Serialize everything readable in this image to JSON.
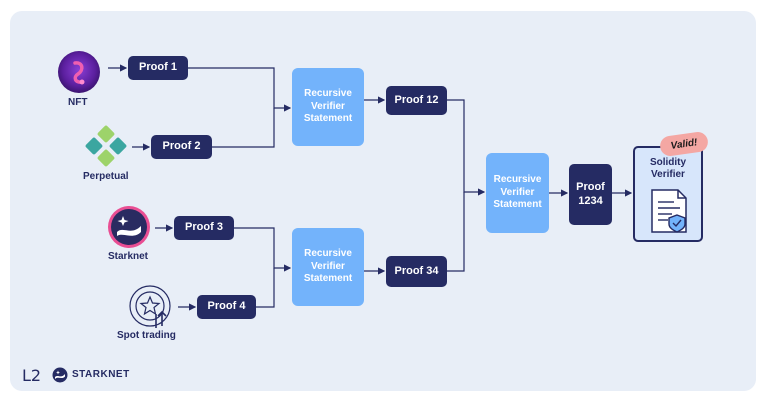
{
  "sources": [
    {
      "name": "NFT",
      "icon": "nft-icon"
    },
    {
      "name": "Perpetual",
      "icon": "perpetual-icon"
    },
    {
      "name": "Starknet",
      "icon": "starknet-icon"
    },
    {
      "name": "Spot trading",
      "icon": "spot-trading-icon"
    }
  ],
  "proofs": [
    "Proof 1",
    "Proof 2",
    "Proof 3",
    "Proof 4"
  ],
  "recursive": {
    "top": "Recursive Verifier Statement",
    "bottom": "Recursive Verifier Statement",
    "final": "Recursive Verifier Statement"
  },
  "merged_proofs": {
    "p12": "Proof 12",
    "p34": "Proof 34",
    "p1234": "Proof 1234"
  },
  "solidity": {
    "title": "Solidity Verifier",
    "badge": "Valid!",
    "icon": "certificate-icon"
  },
  "footer": {
    "layer": "L2",
    "brand": "STARKNET",
    "logo": "starknet-logo-icon"
  },
  "colors": {
    "background_panel": "#e8eef7",
    "proof_box": "#252b63",
    "recursive_box": "#73b3fb",
    "verifier_box": "#d7e6fb",
    "badge": "#f4a7a3",
    "connector": "#252b63"
  }
}
